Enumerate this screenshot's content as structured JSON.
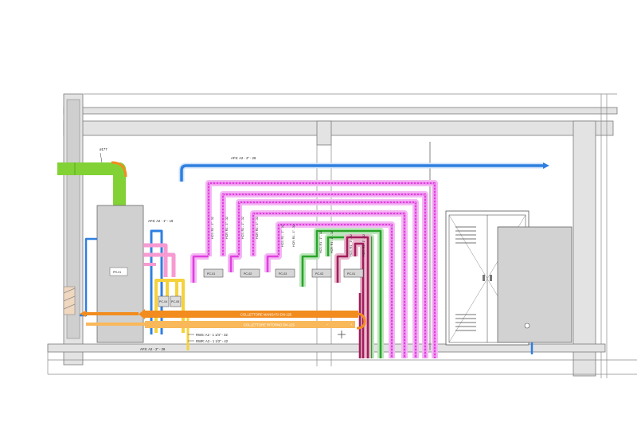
{
  "colors": {
    "supply_air": "#2f7fe0",
    "duct": "#82d236",
    "magenta": "#e040e0",
    "magenta_halo": "#f4b8f4",
    "green": "#2aa42a",
    "green_halo": "#bde6bd",
    "maroon": "#a01e5a",
    "maroon_halo": "#e8b8cc",
    "orange": "#f28c1e",
    "orange_light": "#f9b85a",
    "yellow": "#f5d23c",
    "pink": "#f79ad2",
    "unit_fill": "#d0d0d0",
    "wall_fill": "#e3e3e3"
  },
  "labels": {
    "duct_size": "ø177",
    "afs_top": "AFS: A2 - 2\" - 28",
    "afs_unit": "AFS: A2 - 1\" - 19",
    "afs_bottom": "AFS: A2 - 2\" - 28",
    "main_unit": "PR-01",
    "pump_1": "PC-04",
    "pump_2": "PC-05",
    "collector_supply": "COLLETTORE MANDATA DN-125",
    "collector_return": "COLLETTORE RITORNO DN-125",
    "rws": "RWS: A2 - 1 1/4\" - 32",
    "rwr": "RWR: A2 - 1 1/2\" - 42",
    "hcs_1": "HCS: R1 - 1\" - 32",
    "hcr_1": "HCR: R1 - 1\" - 32",
    "hcs_2": "HCS: R1 - 1\" - 32",
    "hcr_2": "HCR: R1 - 1\" - 32",
    "hcs_3": "HCS: R1 - 1\" - 32",
    "hcr_3": "HCR: R1 - 1\" - 32",
    "hcs_4": "HCS: R1 - 1\" - 32",
    "hcr_4": "HCR: R1 - 1\" - 32",
    "hcs_5": "HCS: R1 - 1\" - 32",
    "hcr_5": "HCR: R1 - 1\" - 32",
    "pump_units": [
      "PC-01",
      "PC-02",
      "PC-03",
      "PC-02",
      "PC-01"
    ]
  }
}
